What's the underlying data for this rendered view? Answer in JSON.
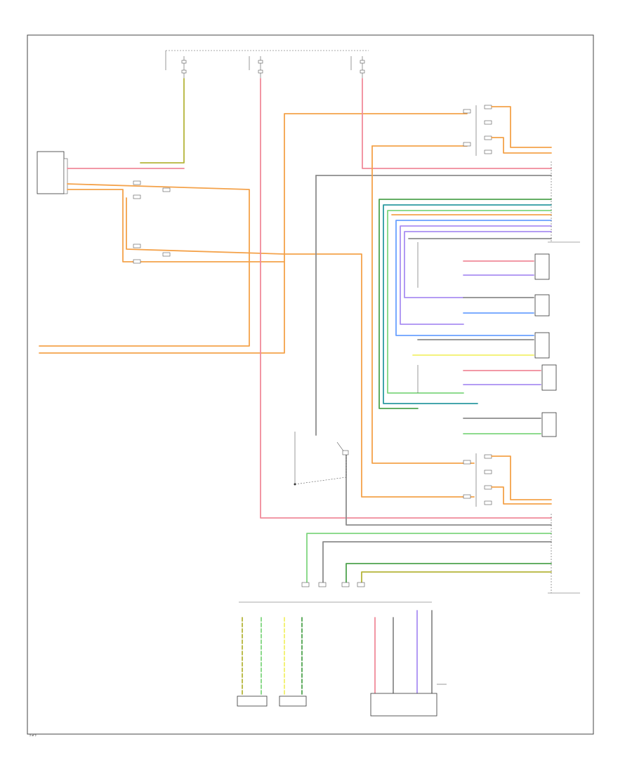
{
  "colors": {
    "orange": "#f4a24a",
    "red": "#f08a9a",
    "gray": "#8c8c8c",
    "green": "#7fd67f",
    "blue": "#6aa0ff",
    "violet": "#a98ff2",
    "yellow": "#f2f06a",
    "darkgreen": "#4fa34f",
    "teal": "#2b9aa0",
    "yellowgreen": "#b5b53a",
    "frame": "#444444"
  },
  "icons": [
    "ground-symbol",
    "splice-dot",
    "connector-pin"
  ],
  "labels": {
    "page_number": "2 of 2"
  }
}
